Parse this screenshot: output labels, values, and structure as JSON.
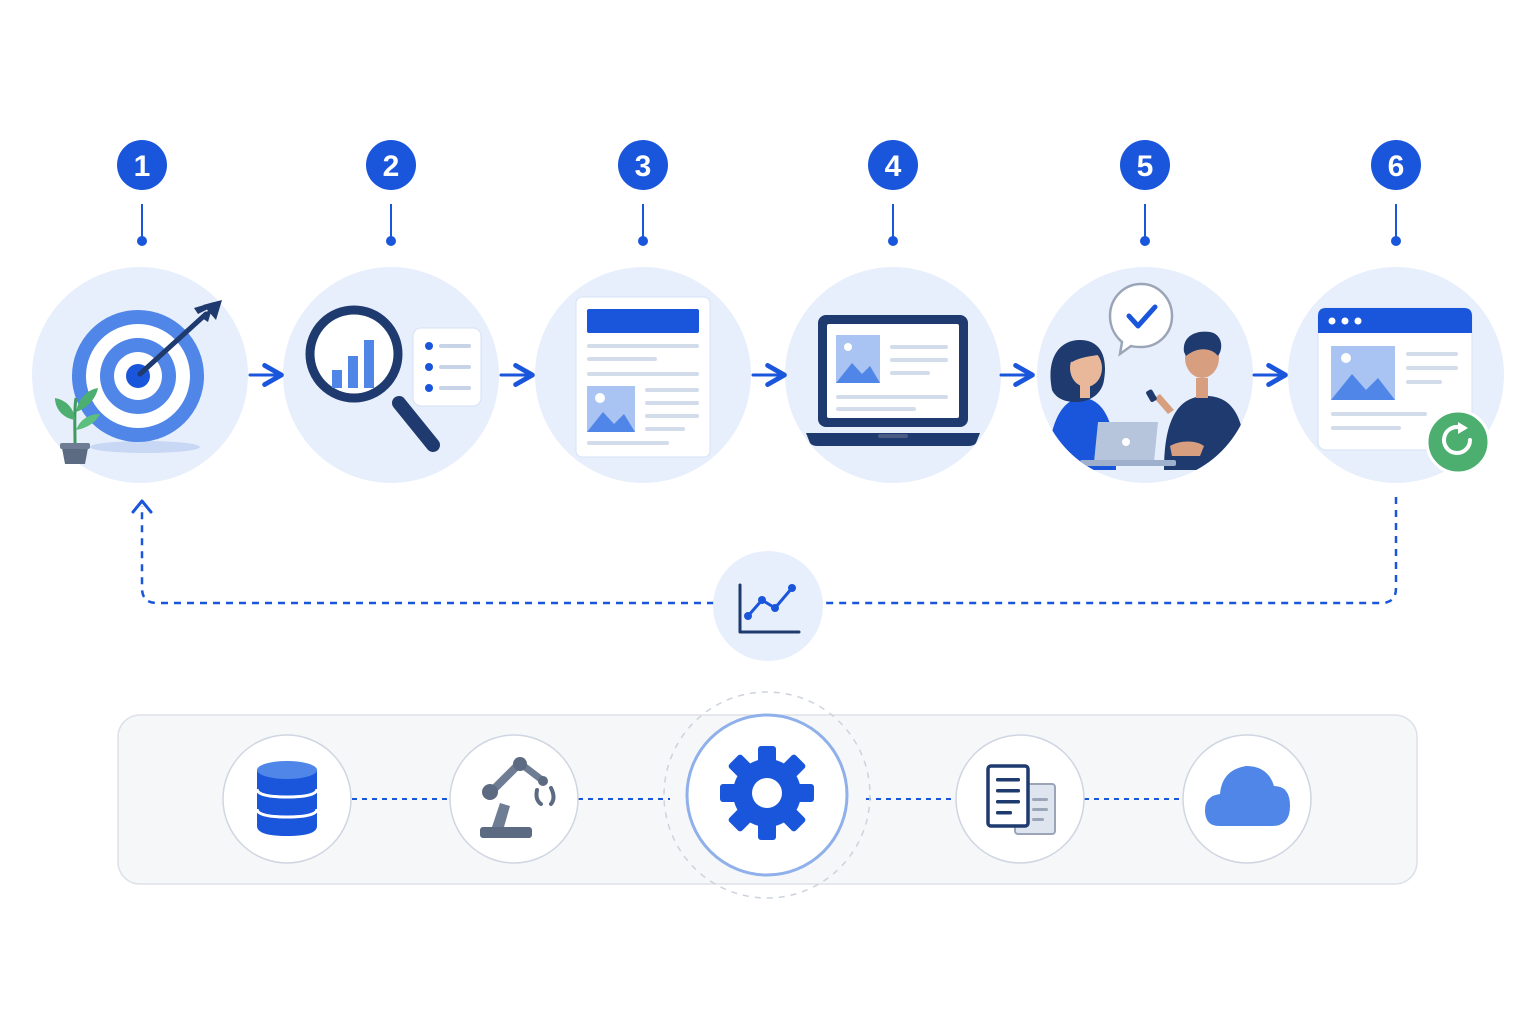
{
  "colors": {
    "primary_blue": "#1a56db",
    "navy": "#1e3a6e",
    "light_circle": "#e8effc",
    "light_blue": "#6b9cf0",
    "green": "#4caf6f",
    "panel_bg": "#f6f7f9",
    "panel_border": "#dde1e8"
  },
  "steps": [
    {
      "number": "1",
      "icon": "target-with-arrow-and-plant-icon"
    },
    {
      "number": "2",
      "icon": "magnifier-bar-chart-and-checklist-icon"
    },
    {
      "number": "3",
      "icon": "document-page-icon"
    },
    {
      "number": "4",
      "icon": "laptop-with-content-icon"
    },
    {
      "number": "5",
      "icon": "people-discussion-approval-icon"
    },
    {
      "number": "6",
      "icon": "browser-window-refresh-icon"
    }
  ],
  "feedback_loop": {
    "icon": "trend-line-chart-icon",
    "style": "dashed"
  },
  "toolbar": {
    "items": [
      {
        "icon": "database-icon"
      },
      {
        "icon": "robotic-arm-icon"
      },
      {
        "icon": "gear-icon",
        "highlighted": true
      },
      {
        "icon": "documents-icon"
      },
      {
        "icon": "cloud-icon"
      }
    ]
  }
}
